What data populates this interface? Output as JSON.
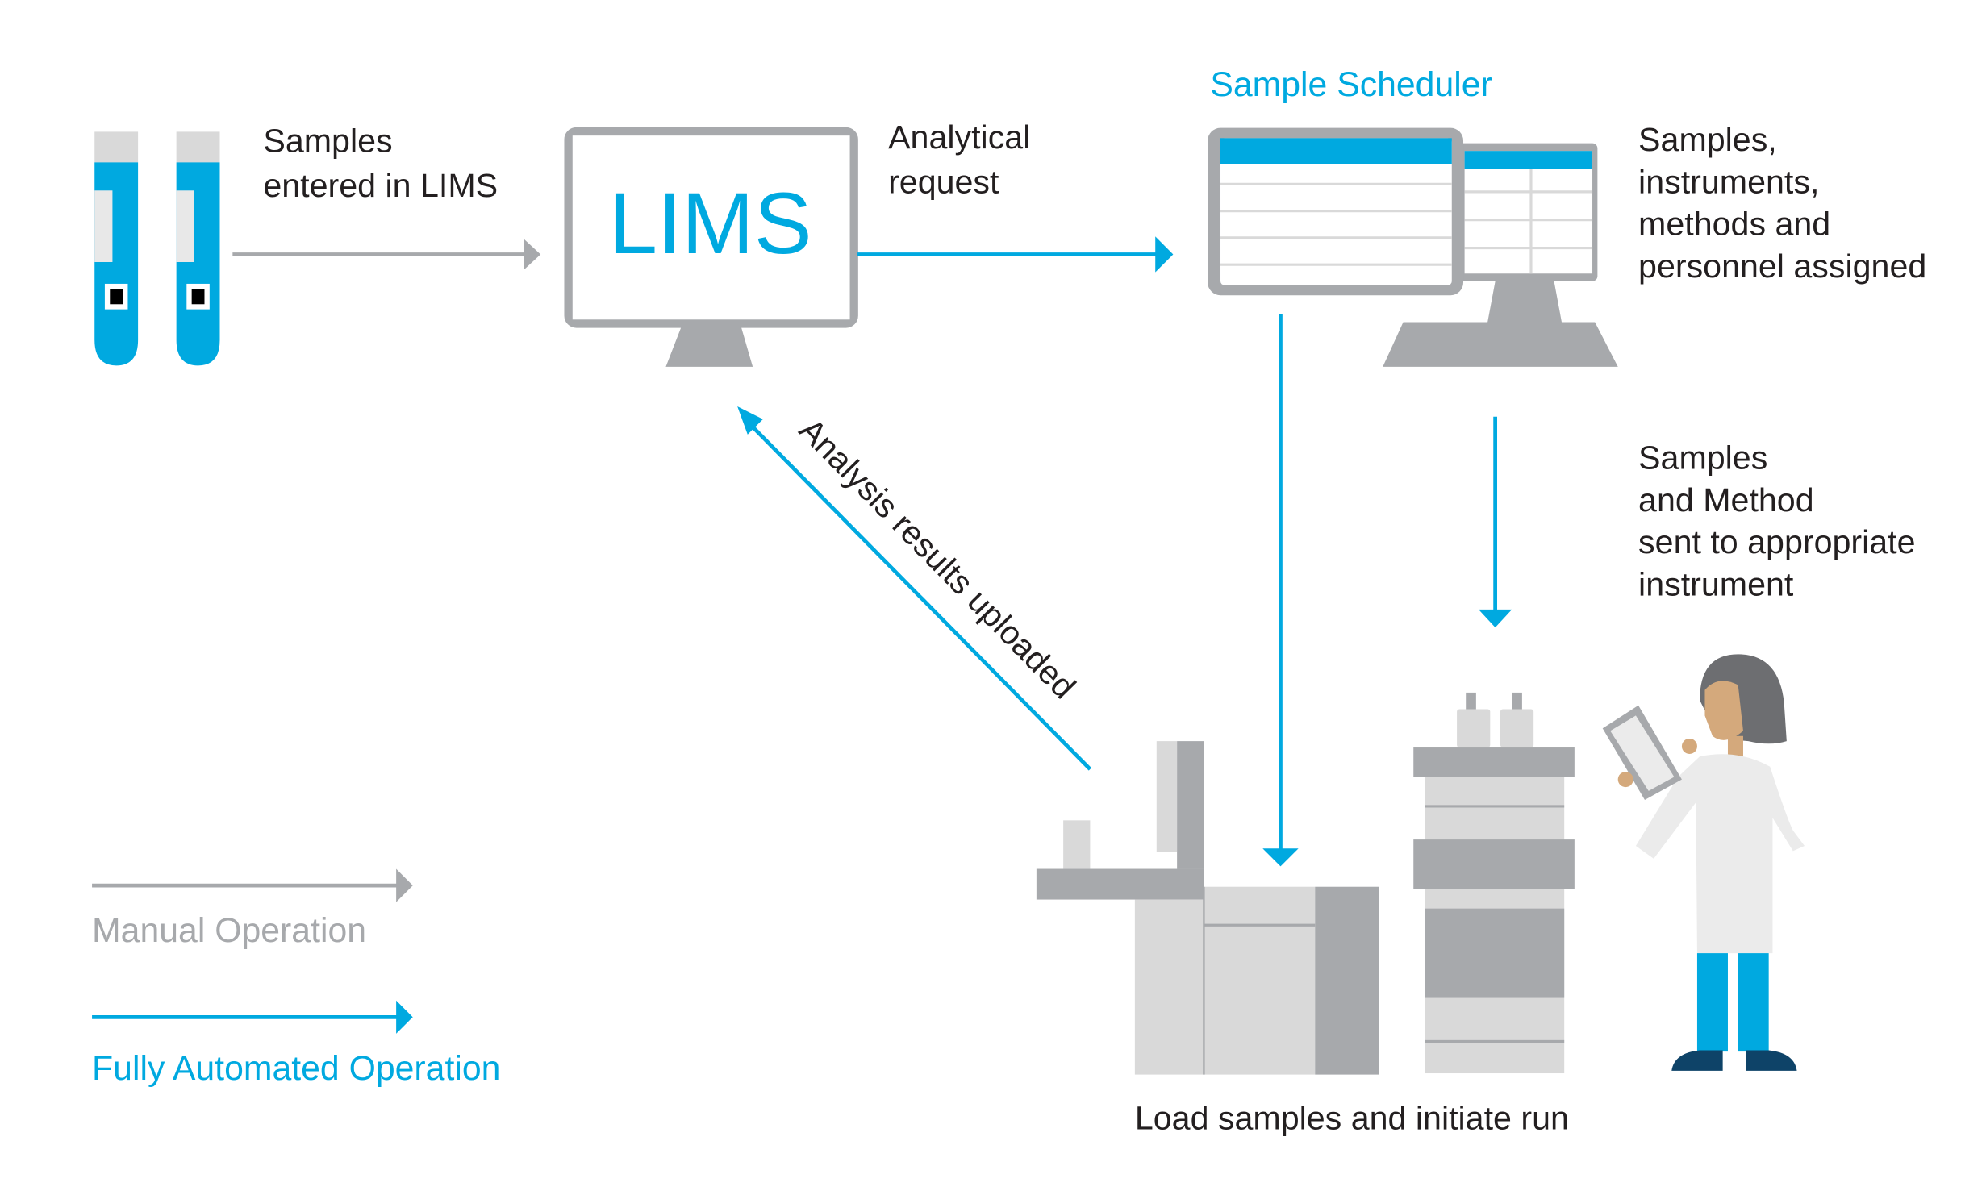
{
  "colors": {
    "automated": "#00a9e0",
    "manual": "#a7a9ac",
    "device_dark": "#a7a9ac",
    "device_light": "#d9d9d9",
    "text": "#231f20"
  },
  "tubes": {
    "label": "sample-tubes"
  },
  "labels": {
    "samples_entered": [
      "Samples",
      "entered in LIMS"
    ],
    "lims_screen": "LIMS",
    "analytical_request": [
      "Analytical",
      "request"
    ],
    "scheduler_title": "Sample Scheduler",
    "assigned": [
      "Samples,",
      "instruments,",
      "methods and",
      "personnel assigned"
    ],
    "sent_to_instrument": [
      "Samples",
      "and Method",
      "sent to appropriate",
      "instrument"
    ],
    "results_uploaded": "Analysis results uploaded",
    "load_samples": "Load samples and initiate run"
  },
  "legend": {
    "items": [
      {
        "label": "Manual Operation",
        "type": "manual"
      },
      {
        "label": "Fully Automated Operation",
        "type": "automated"
      }
    ]
  }
}
